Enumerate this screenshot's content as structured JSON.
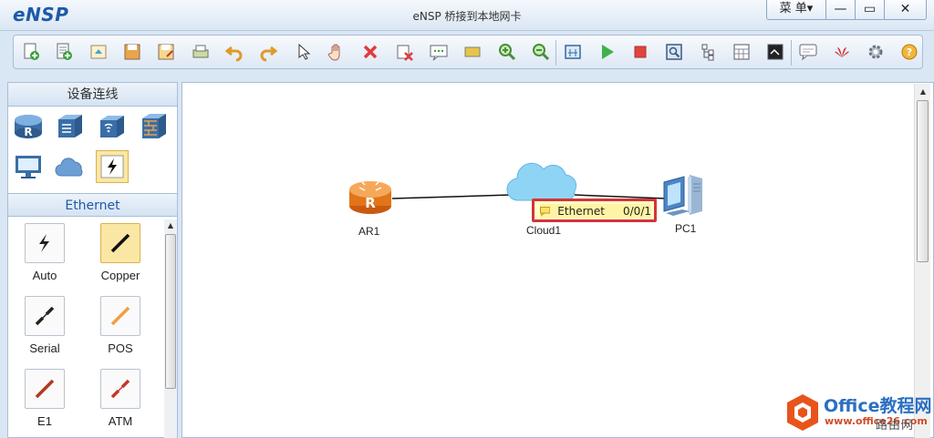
{
  "app": {
    "logo": "eNSP",
    "window_title": "eNSP 桥接到本地网卡",
    "menu_label": "菜 单▾",
    "minimize": "—",
    "maximize": "▭",
    "close": "✕"
  },
  "toolbar": {
    "buttons": [
      "new-topology-icon",
      "new-lab-icon",
      "open-icon",
      "save-icon",
      "save-as-icon",
      "print-icon",
      "undo-icon",
      "redo-icon",
      "select-icon",
      "pan-hand-icon",
      "delete-icon",
      "delete-link-icon",
      "text-note-icon",
      "rectangle-icon",
      "zoom-in-icon",
      "zoom-out-icon",
      "topology-fit-icon",
      "start-device-icon",
      "stop-device-icon",
      "capture-icon",
      "structure-icon",
      "grid-icon",
      "console-icon",
      "chat-icon",
      "huawei-icon",
      "settings-icon",
      "help-icon"
    ]
  },
  "left_panel": {
    "title": "设备连线",
    "device_categories": [
      "router-icon",
      "switch-icon",
      "wlan-icon",
      "firewall-icon",
      "pc-terminal-icon",
      "cloud-icon",
      "connection-icon"
    ],
    "section_title": "Ethernet",
    "cables": [
      {
        "label": "Auto",
        "icon": "auto-cable-icon",
        "color": "#222222"
      },
      {
        "label": "Copper",
        "icon": "copper-cable-icon",
        "color": "#111111"
      },
      {
        "label": "Serial",
        "icon": "serial-cable-icon",
        "color": "#222222"
      },
      {
        "label": "POS",
        "icon": "pos-cable-icon",
        "color": "#f0a040"
      },
      {
        "label": "E1",
        "icon": "e1-cable-icon",
        "color": "#b03a1e"
      },
      {
        "label": "ATM",
        "icon": "atm-cable-icon",
        "color": "#c0392b"
      }
    ]
  },
  "canvas": {
    "nodes": [
      {
        "label": "AR1",
        "icon": "router-icon"
      },
      {
        "label": "Cloud1",
        "icon": "cloud-icon"
      },
      {
        "label": "PC1",
        "icon": "pc-icon"
      }
    ],
    "tooltip": {
      "interface": "Ethernet",
      "port": "0/0/1"
    }
  },
  "watermark": {
    "title": "Office教程网",
    "url": "www.office26.com",
    "side": "路由网"
  },
  "colors": {
    "accent": "#1d5aa8",
    "tooltip_border": "#d3343a",
    "selected_bg": "#fbe7a4"
  }
}
